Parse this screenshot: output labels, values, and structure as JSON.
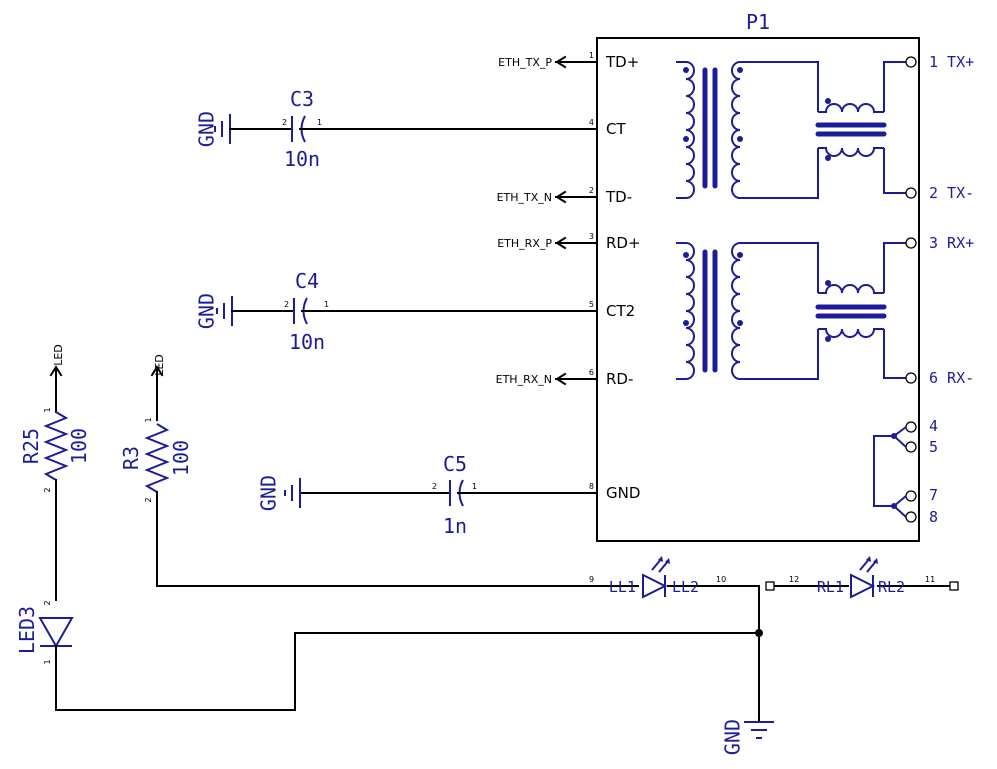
{
  "connector": {
    "ref": "P1",
    "pins_left": [
      {
        "num": "1",
        "name": "TD+",
        "net": "ETH_TX_P"
      },
      {
        "num": "4",
        "name": "CT"
      },
      {
        "num": "2",
        "name": "TD-",
        "net": "ETH_TX_N"
      },
      {
        "num": "3",
        "name": "RD+",
        "net": "ETH_RX_P"
      },
      {
        "num": "5",
        "name": "CT2"
      },
      {
        "num": "6",
        "name": "RD-",
        "net": "ETH_RX_N"
      },
      {
        "num": "8",
        "name": "GND"
      }
    ],
    "pins_right": [
      {
        "label": "1 TX+"
      },
      {
        "label": "2 TX-"
      },
      {
        "label": "3 RX+"
      },
      {
        "label": "6 RX-"
      },
      {
        "label": "4"
      },
      {
        "label": "5"
      },
      {
        "label": "7"
      },
      {
        "label": "8"
      }
    ],
    "leds": [
      {
        "anode": "LL1",
        "cathode": "LL2",
        "pin_a": "9",
        "pin_k": "10"
      },
      {
        "anode": "RL1",
        "cathode": "RL2",
        "pin_a": "12",
        "pin_k": "11"
      }
    ]
  },
  "capacitors": [
    {
      "ref": "C3",
      "value": "10n",
      "pin_a": "2",
      "pin_b": "1",
      "gnd": "GND"
    },
    {
      "ref": "C4",
      "value": "10n",
      "pin_a": "2",
      "pin_b": "1",
      "gnd": "GND"
    },
    {
      "ref": "C5",
      "value": "1n",
      "pin_a": "2",
      "pin_b": "1",
      "gnd": "GND"
    }
  ],
  "resistors": [
    {
      "ref": "R25",
      "value": "100",
      "pin_top": "1",
      "pin_bottom": "2",
      "net": "LED"
    },
    {
      "ref": "R3",
      "value": "100",
      "pin_top": "1",
      "pin_bottom": "2",
      "net": "LED"
    }
  ],
  "led3": {
    "ref": "LED3",
    "pin_top": "2",
    "pin_bottom": "1"
  },
  "ground": {
    "label": "GND"
  },
  "colors": {
    "symbol": "#1c1c9a",
    "wire": "#000000"
  }
}
